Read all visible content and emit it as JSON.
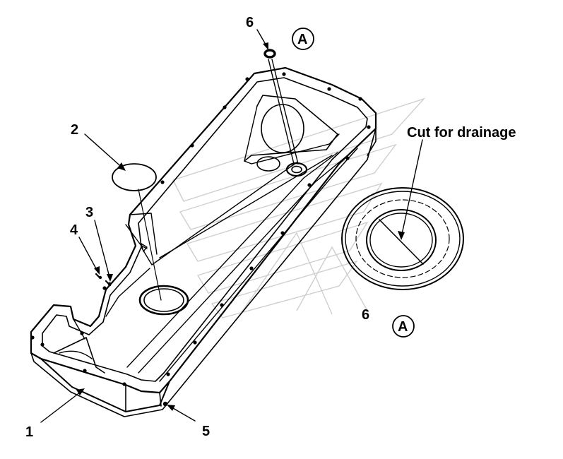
{
  "diagram": {
    "callouts": {
      "c1": "1",
      "c2": "2",
      "c3": "3",
      "c4": "4",
      "c5": "5",
      "c6_top": "6",
      "c6_detail": "6"
    },
    "view_markers": {
      "top": "A",
      "detail": "A"
    },
    "detail_note": "Cut for drainage"
  }
}
